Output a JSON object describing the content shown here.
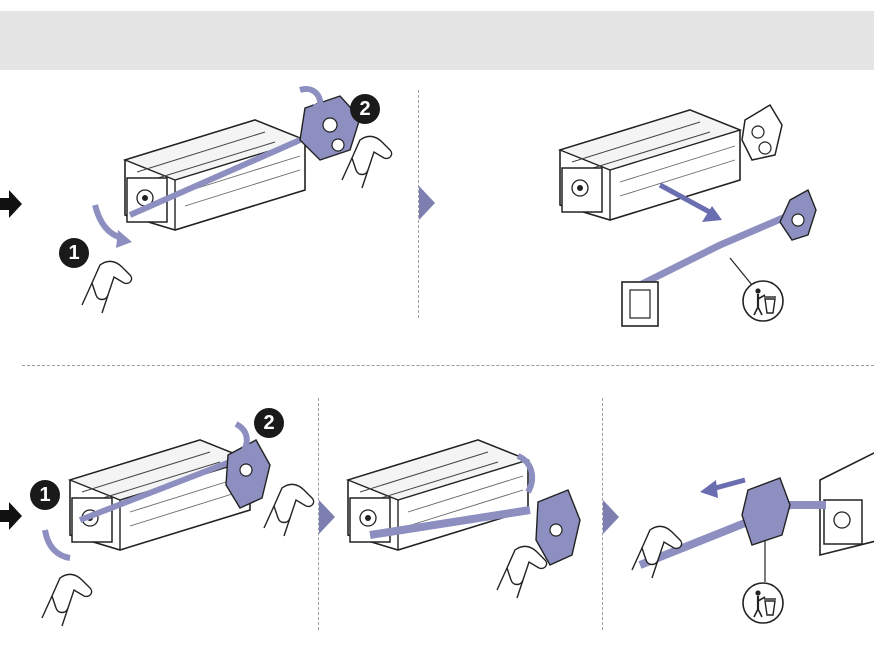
{
  "callouts": {
    "top_step1": "1",
    "top_step2": "2",
    "bottom_step1": "1",
    "bottom_step2": "2"
  },
  "icons": {
    "step_arrow": "black-right-arrow-icon",
    "sequence": "right-triangle-icon",
    "recycle": "trash-disposal-icon"
  },
  "colors": {
    "header_band": "#e5e5e6",
    "accent_purple": "#7d7fb0",
    "packing_part": "#8c8fc0",
    "divider": "#9a9ca6"
  }
}
